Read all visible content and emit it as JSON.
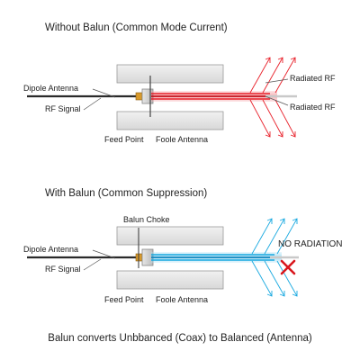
{
  "top": {
    "title": "Without Balun (Common Mode Current)",
    "dipole_label": "Dipole Antenna",
    "signal_label": "RF Signal",
    "feed_label": "Feed Point",
    "antenna_label": "Foole Antenna",
    "radiated_1": "Radiated RF",
    "radiated_2": "Radiated RF",
    "current_color": "#e8202a"
  },
  "bottom": {
    "title": "With Balun (Common Suppression)",
    "choke_label": "Balun Choke",
    "dipole_label": "Dipole Antenna",
    "signal_label": "RF Signal",
    "feed_label": "Feed Point",
    "antenna_label": "Foole Antenna",
    "no_radiation": "NO RADIATION",
    "current_color": "#19a9e0",
    "x_color": "#d9161c"
  },
  "caption": "Balun converts Unbbanced (Coax) to Balanced (Antenna)"
}
